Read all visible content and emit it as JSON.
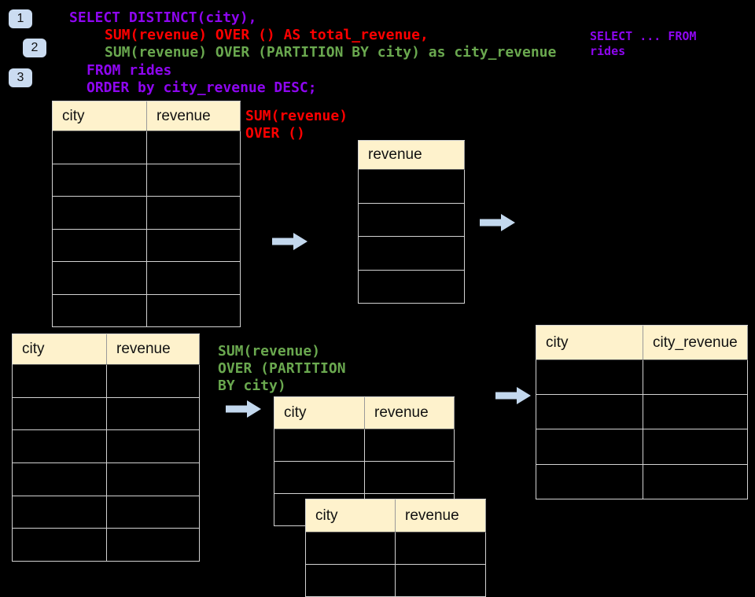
{
  "colors": {
    "background": "#000000",
    "sql_purple": "#8E06F0",
    "sql_red": "#FF0000",
    "sql_green": "#6AA84F",
    "table_header_bg": "#FEF2CC",
    "arrow_blue": "#C3D8EE",
    "badge_blue": "#CBDCF1"
  },
  "badges": [
    "1",
    "2",
    "3"
  ],
  "sql": {
    "line1": "SELECT DISTINCT(city),",
    "line2": "SUM(revenue) OVER () AS total_revenue,",
    "line3": "SUM(revenue) OVER (PARTITION BY city) as city_revenue",
    "line4": "FROM rides",
    "line5": "ORDER by city_revenue DESC;"
  },
  "side_code": {
    "line1": "SELECT ... FROM",
    "line2": "rides"
  },
  "labels": {
    "total": {
      "line1": "SUM(revenue)",
      "line2": "OVER ()"
    },
    "partition": {
      "line1": "SUM(revenue)",
      "line2": "OVER (PARTITION",
      "line3": "BY city)"
    }
  },
  "tables": {
    "source_top": {
      "headers": [
        "city",
        "revenue"
      ],
      "body_rows": 6
    },
    "total_revenue": {
      "headers": [
        "revenue"
      ],
      "body_rows": 4
    },
    "source_bottom": {
      "headers": [
        "city",
        "revenue"
      ],
      "body_rows": 6
    },
    "partition_front": {
      "headers": [
        "city",
        "revenue"
      ],
      "body_rows": 3
    },
    "partition_back": {
      "headers": [
        "city",
        "revenue"
      ],
      "body_rows": 2
    },
    "city_revenue_result": {
      "headers": [
        "city",
        "city_revenue"
      ],
      "body_rows": 4
    }
  }
}
